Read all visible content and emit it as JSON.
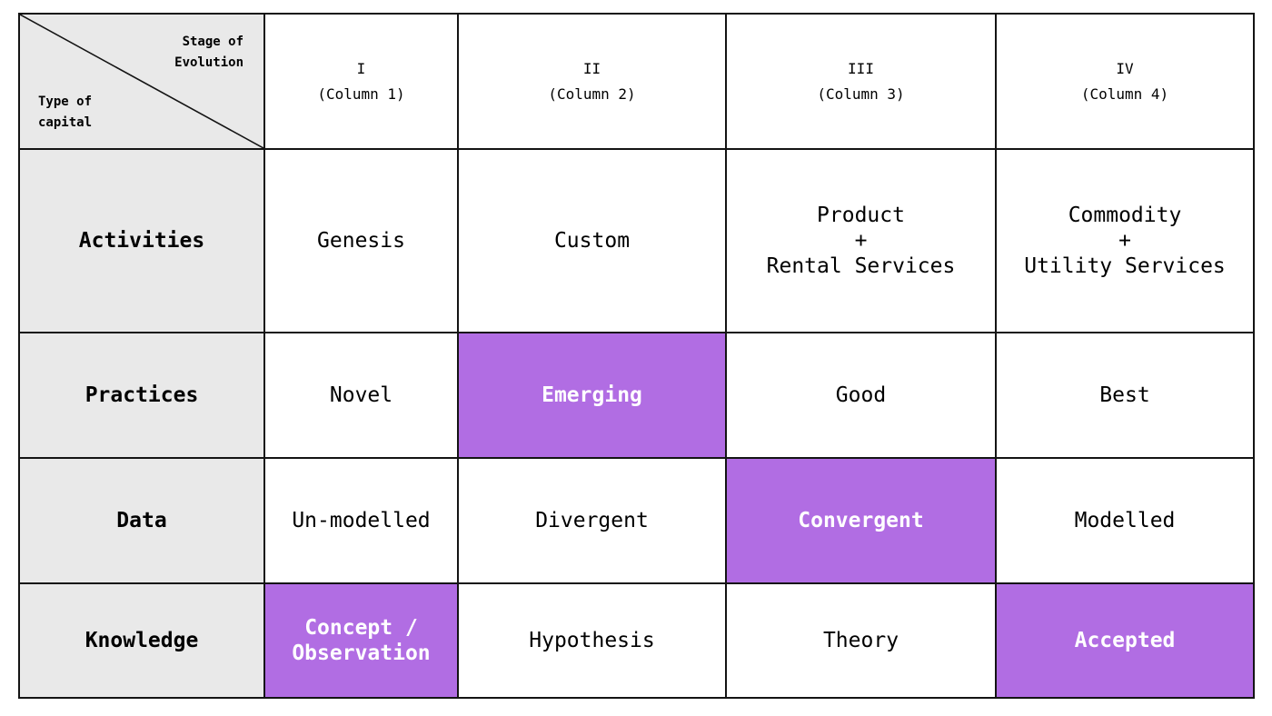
{
  "colors": {
    "highlight_bg": "#b16de3",
    "header_bg": "#e9e9e9",
    "border": "#141414",
    "text": "#000000",
    "highlight_text": "#ffffff"
  },
  "table": {
    "corner": {
      "top_right": "Stage of\nEvolution",
      "bottom_left": "Type of\ncapital"
    },
    "columns": [
      {
        "numeral": "I",
        "label": "(Column 1)"
      },
      {
        "numeral": "II",
        "label": "(Column 2)"
      },
      {
        "numeral": "III",
        "label": "(Column 3)"
      },
      {
        "numeral": "IV",
        "label": "(Column 4)"
      }
    ],
    "rows": [
      {
        "header": "Activities",
        "cells": [
          {
            "text": "Genesis",
            "highlighted": false
          },
          {
            "text": "Custom",
            "highlighted": false
          },
          {
            "text": "Product\n+\nRental Services",
            "highlighted": false
          },
          {
            "text": "Commodity\n+\nUtility Services",
            "highlighted": false
          }
        ]
      },
      {
        "header": "Practices",
        "cells": [
          {
            "text": "Novel",
            "highlighted": false
          },
          {
            "text": "Emerging",
            "highlighted": true
          },
          {
            "text": "Good",
            "highlighted": false
          },
          {
            "text": "Best",
            "highlighted": false
          }
        ]
      },
      {
        "header": "Data",
        "cells": [
          {
            "text": "Un-modelled",
            "highlighted": false
          },
          {
            "text": "Divergent",
            "highlighted": false
          },
          {
            "text": "Convergent",
            "highlighted": true
          },
          {
            "text": "Modelled",
            "highlighted": false
          }
        ]
      },
      {
        "header": "Knowledge",
        "cells": [
          {
            "text": "Concept /\nObservation",
            "highlighted": true
          },
          {
            "text": "Hypothesis",
            "highlighted": false
          },
          {
            "text": "Theory",
            "highlighted": false
          },
          {
            "text": "Accepted",
            "highlighted": true
          }
        ]
      }
    ]
  }
}
